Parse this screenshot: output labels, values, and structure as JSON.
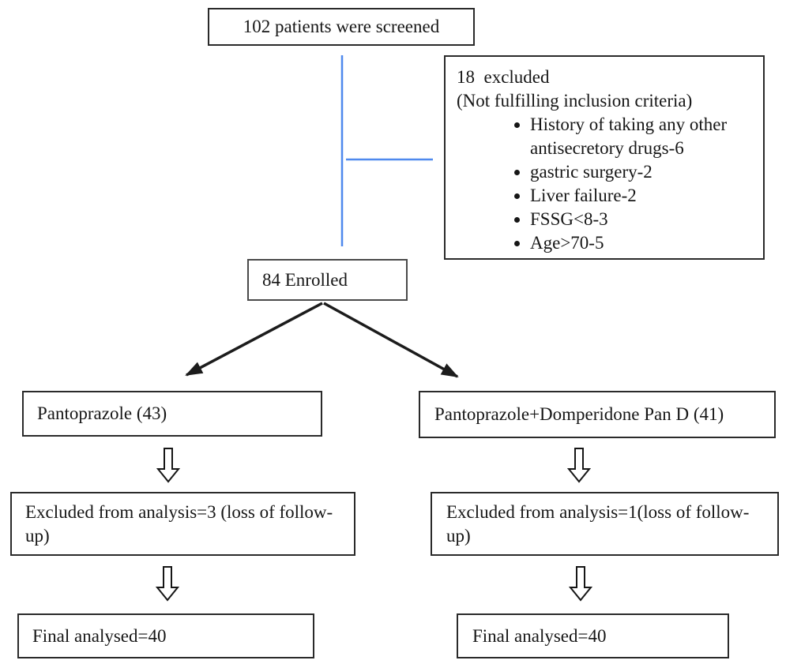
{
  "flowchart": {
    "nodes": {
      "screened": {
        "label": "102 patients were screened"
      },
      "excluded_top": {
        "count_line": "18  excluded",
        "reason_line": "(Not fulfilling inclusion criteria)",
        "bullets": [
          "History of taking any other antisecretory drugs-6",
          "gastric surgery-2",
          "Liver failure-2",
          "FSSG<8-3",
          "Age>70-5"
        ]
      },
      "enrolled": {
        "label": "84 Enrolled"
      },
      "arm_pantoprazole": {
        "label": "Pantoprazole (43)"
      },
      "arm_pan_d": {
        "label": "Pantoprazole+Domperidone Pan D (41)"
      },
      "excluded_arm_left": {
        "label": "Excluded from analysis=3 (loss of follow-up)"
      },
      "excluded_arm_right": {
        "label": "Excluded from analysis=1(loss of follow-up)"
      },
      "final_left": {
        "label": "Final analysed=40"
      },
      "final_right": {
        "label": "Final analysed=40"
      }
    },
    "colors": {
      "connector_blue": "#4f89ee",
      "arrow_black": "#1c1c1c",
      "box_border": "#2a2a2a"
    }
  }
}
